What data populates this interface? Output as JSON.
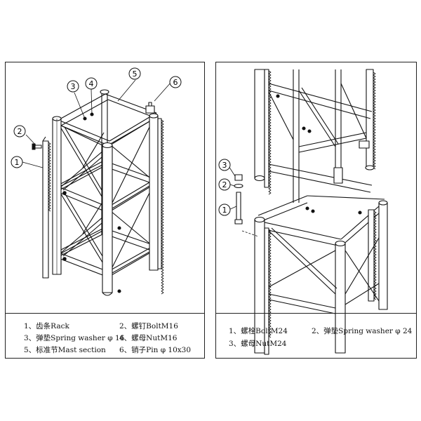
{
  "left_panel": {
    "callouts": [
      "1",
      "2",
      "3",
      "4",
      "5",
      "6"
    ],
    "legend": [
      "1、齿条Rack",
      "2、螺钉BoltM16",
      "3、弹垫Spring washer φ 16",
      "4、螺母NutM16",
      "5、标准节Mast section",
      "6、销子Pin φ 10x30"
    ]
  },
  "right_panel": {
    "callouts": [
      "3",
      "2",
      "1"
    ],
    "legend": [
      "1、螺栓BoltM24",
      "2、弹垫Spring washer φ 24",
      "3、螺母NutM24"
    ]
  }
}
